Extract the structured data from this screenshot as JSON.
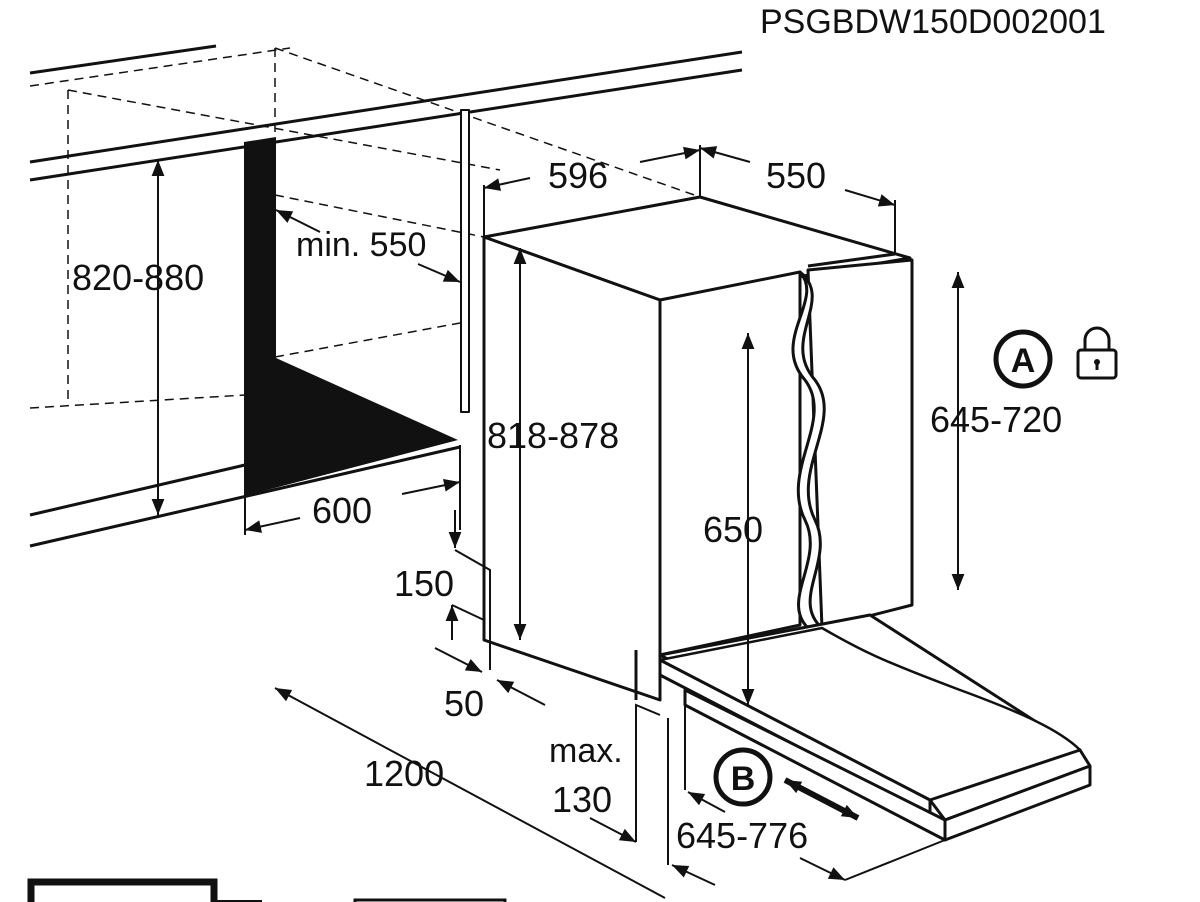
{
  "drawing_code": "PSGBDW150D002001",
  "dimensions": {
    "niche_height": "820-880",
    "niche_depth_min": "min. 550",
    "niche_width": "600",
    "appliance_width": "596",
    "appliance_depth": "550",
    "appliance_height": "818-878",
    "door_height": "645-720",
    "door_inner": "650",
    "plinth_height": "150",
    "plinth_depth": "50",
    "door_opening": "1200",
    "max_label": "max.",
    "max_value": "130",
    "door_travel": "645-776"
  },
  "markers": {
    "a": "A",
    "b": "B"
  },
  "icons": {
    "lock": "lock-icon"
  }
}
